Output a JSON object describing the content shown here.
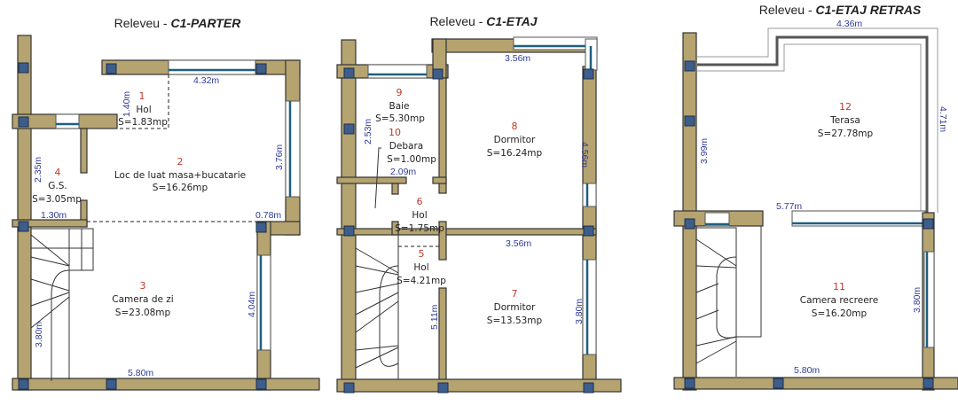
{
  "colors": {
    "wall": "#b5a370",
    "pillar": "#3d5d8c",
    "window": "#1f5f80",
    "room_number": "#c0392b",
    "dimension": "#2e3a9a"
  },
  "plans": [
    {
      "title_prefix": "Releveu - ",
      "title_name": "C1-PARTER",
      "rooms": [
        {
          "number": "1",
          "name": "Hol",
          "area": "S=1.83mp"
        },
        {
          "number": "2",
          "name": "Loc de luat masa+bucatarie",
          "area": "S=16.26mp"
        },
        {
          "number": "3",
          "name": "Camera de zi",
          "area": "S=23.08mp"
        },
        {
          "number": "4",
          "name": "G.S.",
          "area": "S=3.05mp"
        }
      ],
      "dimensions": [
        "4.32m",
        "1.40m",
        "3.76m",
        "2.35m",
        "1.30m",
        "0.78m",
        "4.04m",
        "3.80m",
        "5.80m"
      ]
    },
    {
      "title_prefix": "Releveu - ",
      "title_name": "C1-ETAJ",
      "rooms": [
        {
          "number": "9",
          "name": "Baie",
          "area": "S=5.30mp"
        },
        {
          "number": "10",
          "name": "Debara",
          "area": "S=1.00mp"
        },
        {
          "number": "8",
          "name": "Dormitor",
          "area": "S=16.24mp"
        },
        {
          "number": "6",
          "name": "Hol",
          "area": "S=1.75mp"
        },
        {
          "number": "5",
          "name": "Hol",
          "area": "S=4.21mp"
        },
        {
          "number": "7",
          "name": "Dormitor",
          "area": "S=13.53mp"
        }
      ],
      "dimensions": [
        "3.56m",
        "2.53m",
        "2.09m",
        "4.56m",
        "3.56m",
        "5.11m",
        "3.80m"
      ]
    },
    {
      "title_prefix": "Releveu - ",
      "title_name": "C1-ETAJ RETRAS",
      "rooms": [
        {
          "number": "12",
          "name": "Terasa",
          "area": "S=27.78mp"
        },
        {
          "number": "11",
          "name": "Camera recreere",
          "area": "S=16.20mp"
        }
      ],
      "dimensions": [
        "4.36m",
        "3.99m",
        "4.71m",
        "5.77m",
        "3.80m",
        "5.80m"
      ]
    }
  ]
}
